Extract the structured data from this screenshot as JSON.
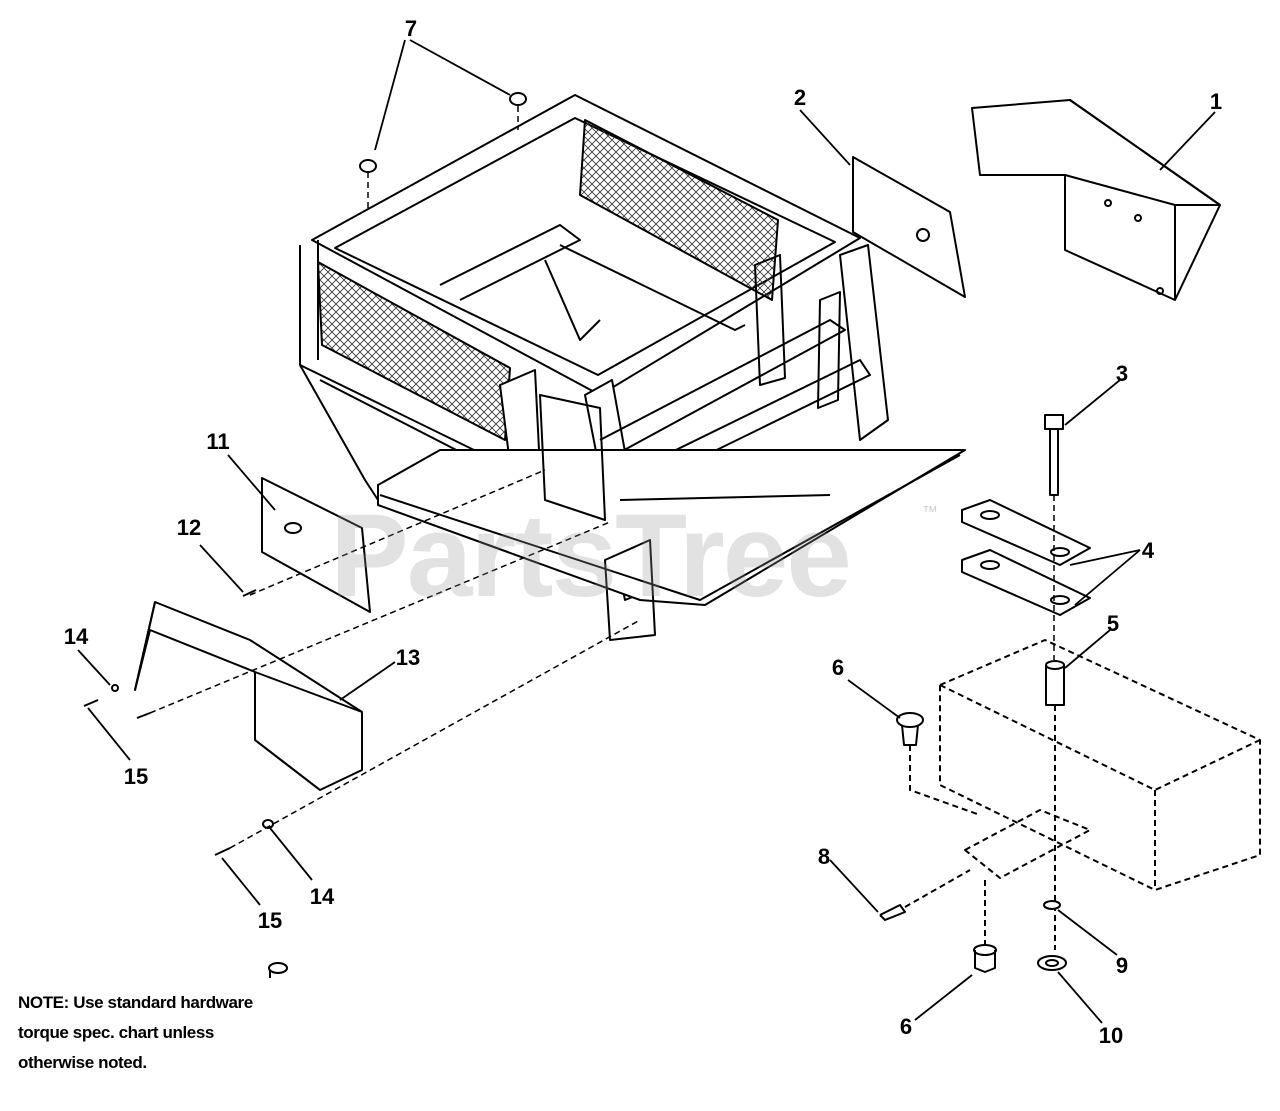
{
  "watermark": {
    "text": "PartsTree",
    "trademark": "™"
  },
  "note": {
    "line1": "NOTE: Use standard hardware",
    "line2": "torque spec. chart unless",
    "line3": "otherwise noted."
  },
  "callouts": {
    "c1": "1",
    "c2": "2",
    "c3": "3",
    "c4": "4",
    "c5": "5",
    "c6a": "6",
    "c6b": "6",
    "c7": "7",
    "c8": "8",
    "c9": "9",
    "c10": "10",
    "c11": "11",
    "c12": "12",
    "c13": "13",
    "c14a": "14",
    "c14b": "14",
    "c15a": "15",
    "c15b": "15"
  },
  "colors": {
    "line": "#000000",
    "background": "#ffffff",
    "watermark": "#969696"
  }
}
